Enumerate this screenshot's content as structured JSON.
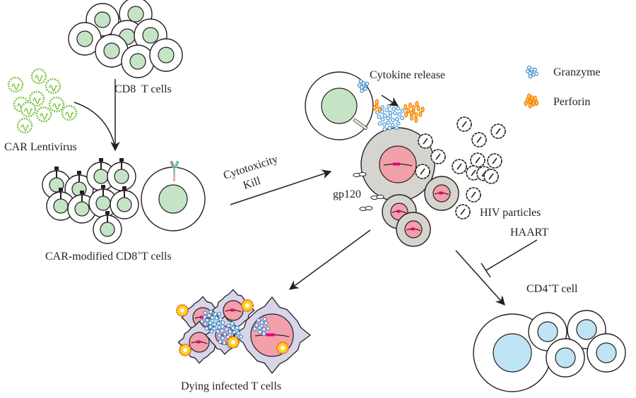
{
  "labels": {
    "cd8_t_cells": "CD8  T cells",
    "car_lentivirus": "CAR Lentivirus",
    "car_modified": "CAR-modified CD8",
    "car_modified_sup": "+",
    "car_modified_tail": "T cells",
    "cytotoxicity": "Cytotoxicity",
    "kill": "Kill",
    "cytokine_release": "Cytokine release",
    "gp120": "gp120",
    "hiv_particles": "HIV particles",
    "haart": "HAART",
    "cd4_t_cell": "CD4",
    "cd4_sup": "+",
    "cd4_tail": "T cell",
    "dying_infected": "Dying infected T cells"
  },
  "legend": [
    {
      "label": "Granzyme",
      "icon": "granzyme-cluster",
      "color": "#3b8fd0"
    },
    {
      "label": "Perforin",
      "icon": "perforin-cluster",
      "color": "#f39a1e"
    }
  ],
  "colors": {
    "cd8_nucleus": "#c5e3c5",
    "infected_cell": "#d5d4cf",
    "infected_nucleus": "#f2a0aa",
    "dna_mark": "#e4007f",
    "cd4_nucleus": "#bfe4f4",
    "lentivirus": "#7cc242",
    "dying_cell": "#d8d4ea"
  }
}
